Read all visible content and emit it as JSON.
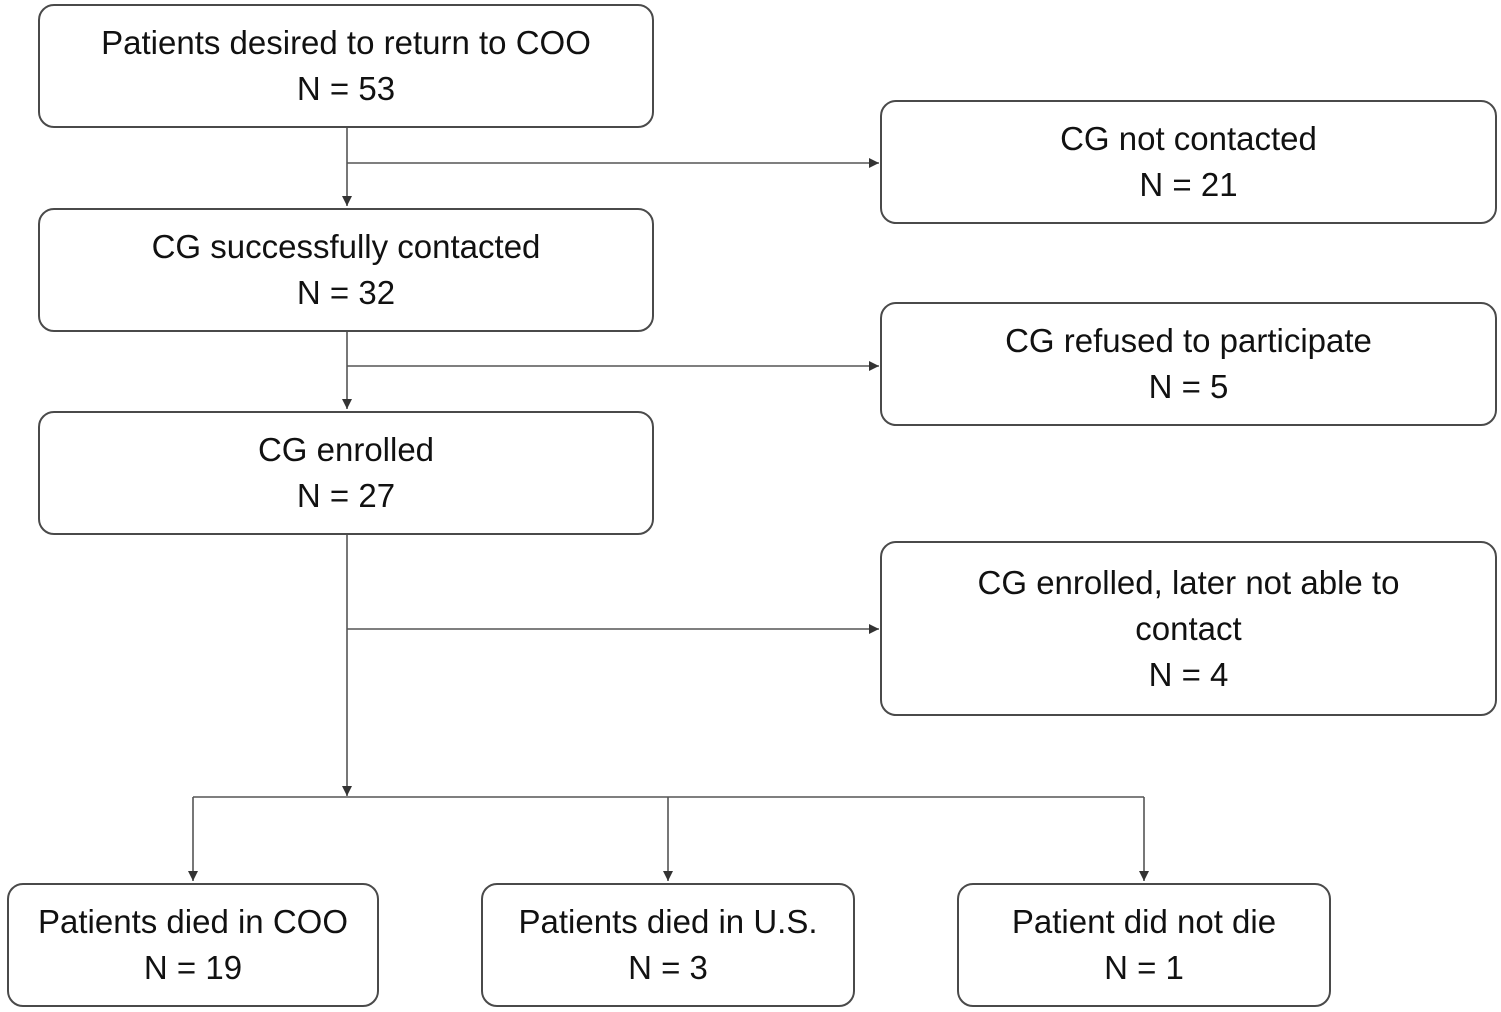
{
  "flow": {
    "main": [
      {
        "label": "Patients desired to return to COO",
        "n": "N = 53"
      },
      {
        "label": "CG successfully contacted",
        "n": "N = 32"
      },
      {
        "label": "CG enrolled",
        "n": "N = 27"
      }
    ],
    "excluded": [
      {
        "label": "CG not contacted",
        "n": "N = 21"
      },
      {
        "label": "CG refused to participate",
        "n": "N = 5"
      },
      {
        "label": "CG enrolled, later not able to contact",
        "n": "N = 4"
      }
    ],
    "outcomes": [
      {
        "label": "Patients died in COO",
        "n": "N = 19"
      },
      {
        "label": "Patients died in U.S.",
        "n": "N = 3"
      },
      {
        "label": "Patient did not die",
        "n": "N = 1"
      }
    ]
  },
  "colors": {
    "box_border": "#4a4a4a",
    "connector": "#555555",
    "text": "#111111"
  }
}
